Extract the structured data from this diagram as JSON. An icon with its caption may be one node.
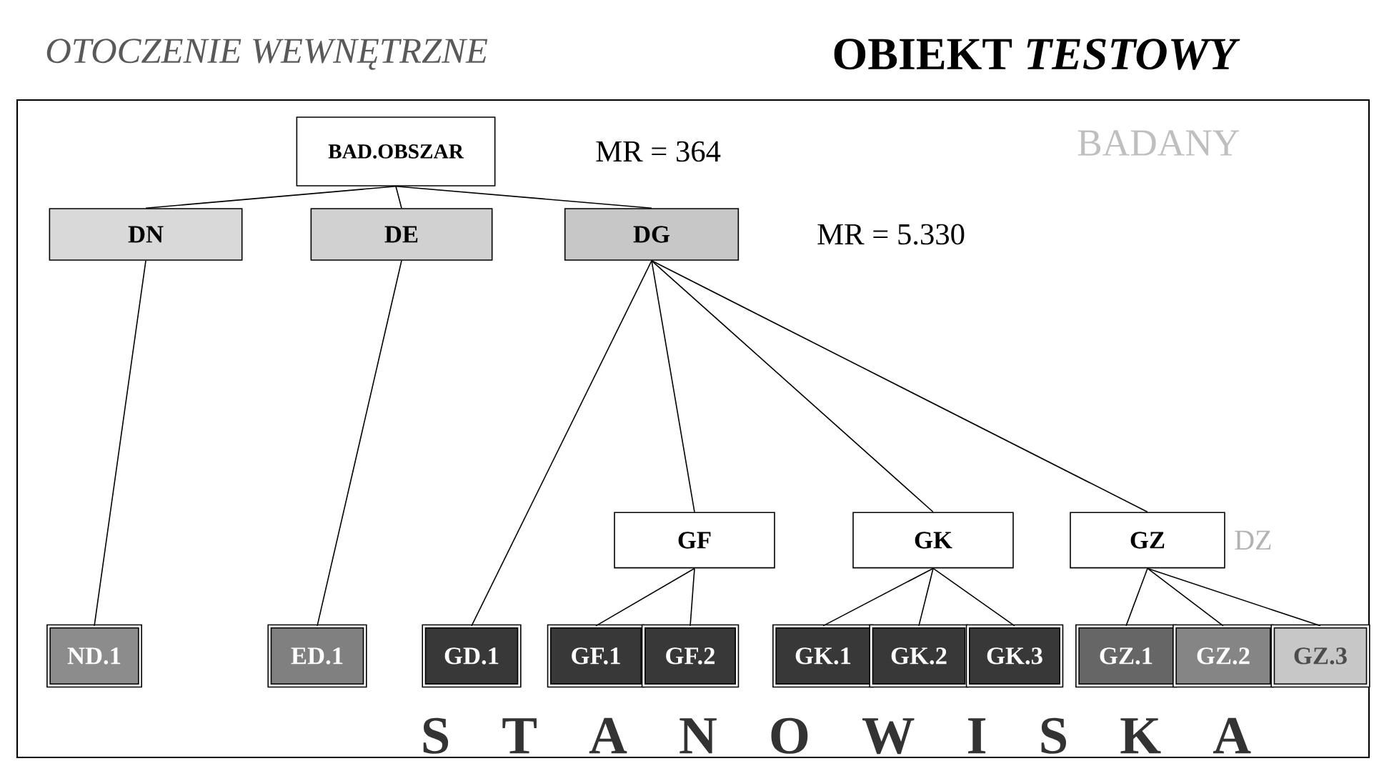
{
  "diagram": {
    "title": "OBIEKT *TESTOWY*",
    "nodes": [
      {
        "text": [
          "BAD.OBSZAR"
        ]
      },
      {
        "text": [
          "DN"
        ]
      },
      {
        "text": [
          "DE"
        ]
      },
      {
        "text": [
          "DG"
        ]
      },
      {
        "text": [
          "GF"
        ]
      },
      {
        "text": [
          "GK"
        ]
      },
      {
        "text": [
          "GZ"
        ]
      },
      {
        "text": [
          "ND.1"
        ]
      },
      {
        "text": [
          "ED.1"
        ]
      },
      {
        "text": [
          "GD.1"
        ]
      },
      {
        "text": [
          "GF.1"
        ]
      },
      {
        "text": [
          "GF.2"
        ]
      },
      {
        "text": [
          "GK.1"
        ]
      },
      {
        "text": [
          "GK.2"
        ]
      },
      {
        "text": [
          "GK.3"
        ]
      },
      {
        "text": [
          "GZ.1"
        ]
      },
      {
        "text": [
          "GZ.2"
        ]
      },
      {
        "text": [
          "GZ.3"
        ]
      }
    ],
    "edges": [
      {
        "from": 0,
        "to": 1,
        "arrow": "none"
      },
      {
        "from": 0,
        "to": 2,
        "arrow": "none"
      },
      {
        "from": 0,
        "to": 3,
        "arrow": "none"
      },
      {
        "from": 1,
        "to": 7,
        "arrow": "none"
      },
      {
        "from": 2,
        "to": 8,
        "arrow": "none"
      },
      {
        "from": 3,
        "to": 9,
        "arrow": "none"
      },
      {
        "from": 3,
        "to": 4,
        "arrow": "none"
      },
      {
        "from": 3,
        "to": 5,
        "arrow": "none"
      },
      {
        "from": 3,
        "to": 6,
        "arrow": "none"
      },
      {
        "from": 4,
        "to": 10,
        "arrow": "none"
      },
      {
        "from": 4,
        "to": 11,
        "arrow": "none"
      },
      {
        "from": 5,
        "to": 12,
        "arrow": "none"
      },
      {
        "from": 5,
        "to": 13,
        "arrow": "none"
      },
      {
        "from": 5,
        "to": 14,
        "arrow": "none"
      },
      {
        "from": 6,
        "to": 15,
        "arrow": "none"
      },
      {
        "from": 6,
        "to": 16,
        "arrow": "none"
      },
      {
        "from": 6,
        "to": 17,
        "arrow": "none"
      }
    ],
    "labels": [
      "OTOCZENIE WEWNĘTRZNE",
      "MR = 364",
      "BADANY",
      "MR = 5.330",
      "DZ",
      "S T A N O W I S K A"
    ]
  }
}
